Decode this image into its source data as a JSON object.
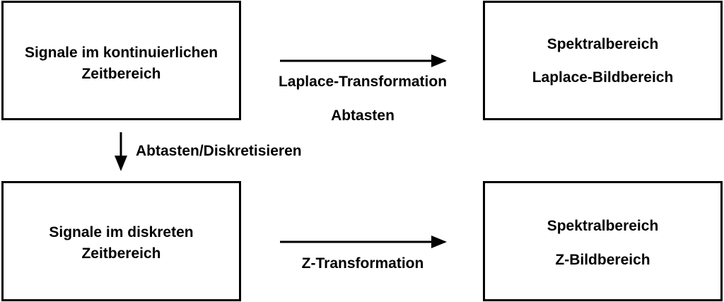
{
  "boxes": {
    "continuous_time": {
      "line1": "Signale im kontinuierlichen",
      "line2": "Zeitbereich"
    },
    "laplace_domain": {
      "line1": "Spektralbereich",
      "line2": "Laplace-Bildbereich"
    },
    "discrete_time": {
      "line1": "Signale im diskreten",
      "line2": "Zeitbereich"
    },
    "z_domain": {
      "line1": "Spektralbereich",
      "line2": "Z-Bildbereich"
    }
  },
  "arrows": {
    "laplace": {
      "label1": "Laplace-Transformation",
      "label2": "Abtasten"
    },
    "sampling": {
      "label": "Abtasten/Diskretisieren"
    },
    "z": {
      "label": "Z-Transformation"
    }
  },
  "colors": {
    "stroke": "#000000",
    "background": "#ffffff"
  }
}
